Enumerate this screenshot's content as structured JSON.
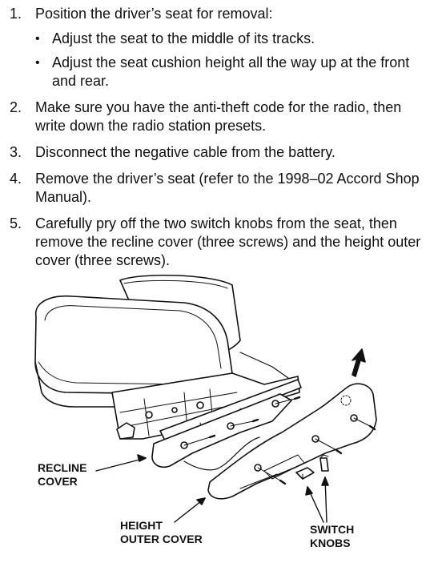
{
  "steps": [
    {
      "number": "1.",
      "text": "Position the driver’s seat for removal:",
      "bullets": [
        "Adjust the seat to the middle of its tracks.",
        "Adjust the seat cushion height all the way up at the front and rear."
      ]
    },
    {
      "number": "2.",
      "text": "Make sure you have the anti-theft code for the radio, then write down the radio station presets."
    },
    {
      "number": "3.",
      "text": "Disconnect the negative cable from the battery."
    },
    {
      "number": "4.",
      "text": "Remove the driver’s seat (refer to the 1998–02 Accord Shop Manual)."
    },
    {
      "number": "5.",
      "text": "Carefully pry off the two switch knobs from the seat, then remove the recline cover (three screws) and the height outer cover (three screws)."
    }
  ],
  "bullet_glyph": "•",
  "figure": {
    "labels": {
      "recline_cover": [
        "RECLINE",
        "COVER"
      ],
      "height_outer_cover": [
        "HEIGHT",
        "OUTER COVER"
      ],
      "switch_knobs": [
        "SWITCH",
        "KNOBS"
      ]
    }
  }
}
